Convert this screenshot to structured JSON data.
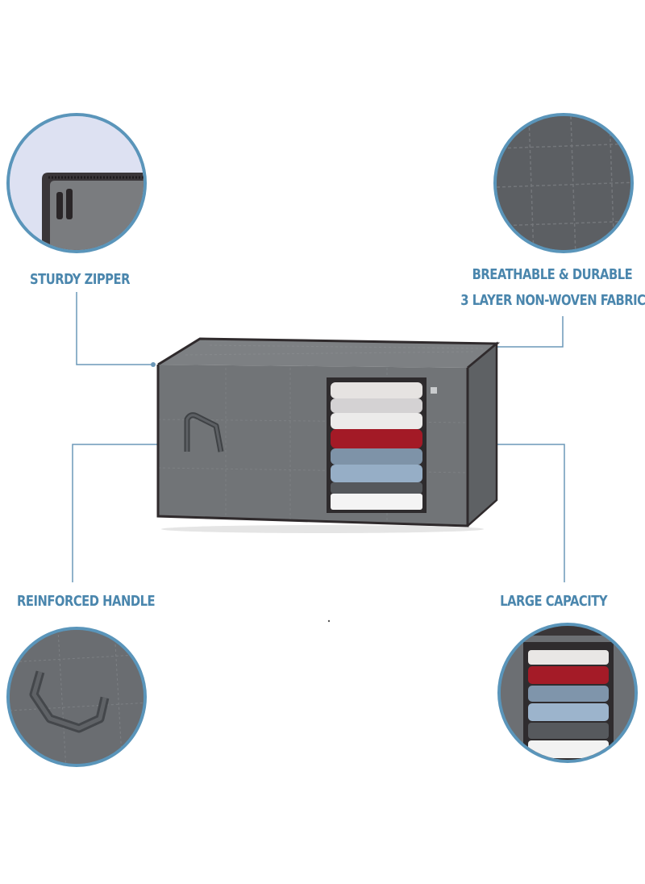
{
  "features": {
    "zipper": {
      "label": "STURDY ZIPPER"
    },
    "fabric": {
      "label_line1": "BREATHABLE & DURABLE",
      "label_line2": "3 LAYER NON-WOVEN FABRIC"
    },
    "handle": {
      "label": "REINFORCED HANDLE"
    },
    "capacity": {
      "label": "LARGE CAPACITY"
    }
  },
  "colors": {
    "accent": "#4a86ad",
    "circle_border": "#5a95ba",
    "bag_gray": "#6f7275",
    "piping": "#2f2a2c"
  },
  "clothing_stack_colors": [
    "#e6e3e1",
    "#d8d6d6",
    "#ececeb",
    "#a31a26",
    "#7e93a8",
    "#96aec6",
    "#5a5d60",
    "#f4f4f4"
  ]
}
